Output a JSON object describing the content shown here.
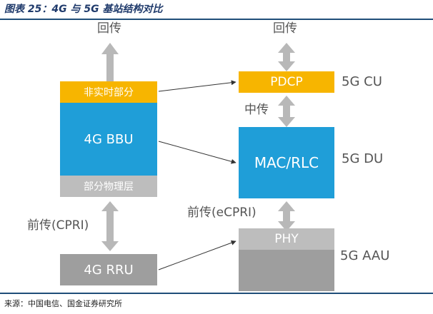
{
  "caption": "图表 25：4G 与 5G 基站结构对比",
  "source": "来源：中国电信、国金证券研究所",
  "labels": {
    "huichuan_left": "回传",
    "huichuan_right": "回传",
    "zhongchuan": "中传",
    "qianchuan_left": "前传(CPRI)",
    "qianchuan_right": "前传(eCPRI)",
    "cu": "5G CU",
    "du": "5G DU",
    "aau": "5G AAU"
  },
  "boxes": {
    "nonrt": "非实时部分",
    "bbu": "4G BBU",
    "phys_part": "部分物理层",
    "rru": "4G RRU",
    "pdcp": "PDCP",
    "macrlc": "MAC/RLC",
    "phy": "PHY"
  },
  "colors": {
    "yellow": "#f7b500",
    "blue": "#1f9ed8",
    "gray_light": "#bdbdbd",
    "gray_dark": "#9e9e9e",
    "arrow_gray": "#b8b8b8",
    "caption_blue": "#1f3a6b"
  }
}
